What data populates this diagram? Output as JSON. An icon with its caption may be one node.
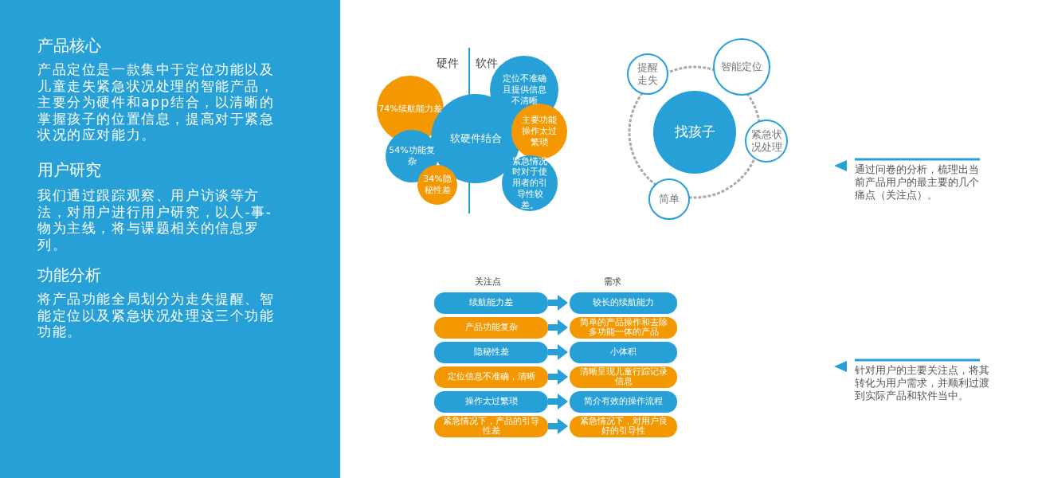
{
  "diagram": {
    "nodes": [
      {
        "text": [
          "74%续航能力差"
        ]
      },
      {
        "text": [
          "软硬件结合"
        ]
      },
      {
        "text": [
          "定位不准确且提供信息不清晰"
        ]
      },
      {
        "text": [
          "主要功能操作太过繁琐"
        ]
      },
      {
        "text": [
          "54%功能复杂"
        ]
      },
      {
        "text": [
          "紧急情况时对于使用者的引导性较差。"
        ]
      },
      {
        "text": [
          "34%隐秘性差"
        ]
      },
      {
        "text": [
          "找孩子"
        ]
      },
      {
        "text": [
          "提醒走失"
        ]
      },
      {
        "text": [
          "智能定位"
        ]
      },
      {
        "text": [
          "紧急状况处理"
        ]
      },
      {
        "text": [
          "简单"
        ]
      },
      {
        "text": [
          "续航能力差"
        ]
      },
      {
        "text": [
          "较长的续航能力"
        ]
      },
      {
        "text": [
          "产品功能复杂"
        ]
      },
      {
        "text": [
          "简单的产品操作和去除多功能一体的产品"
        ]
      },
      {
        "text": [
          "隐秘性差"
        ]
      },
      {
        "text": [
          "小体积"
        ]
      },
      {
        "text": [
          "定位信息不准确，清晰"
        ]
      },
      {
        "text": [
          "清晰呈现儿童行踪记录信息"
        ]
      },
      {
        "text": [
          "操作太过繁琐"
        ]
      },
      {
        "text": [
          "简介有效的操作流程"
        ]
      },
      {
        "text": [
          "紧急情况下，产品的引导性差"
        ]
      },
      {
        "text": [
          "紧急情况下，对用户良好的引导性"
        ]
      }
    ],
    "edges": [
      {
        "from": 12,
        "to": 13,
        "arrow": "to"
      },
      {
        "from": 14,
        "to": 15,
        "arrow": "to"
      },
      {
        "from": 16,
        "to": 17,
        "arrow": "to"
      },
      {
        "from": 18,
        "to": 19,
        "arrow": "to"
      },
      {
        "from": 20,
        "to": 21,
        "arrow": "to"
      },
      {
        "from": 22,
        "to": 23,
        "arrow": "to"
      }
    ],
    "labels": [
      "产品核心",
      "产品定位是一款集中于定位功能以及儿童走失紧急状况处理的智能产品，主要分为硬件和app结合，以清晰的掌握孩子的位置信息，提高对于紧急状况的应对能力。",
      "用户研究",
      "我们通过跟踪观察、用户访谈等方法，对用户进行用户研究，以人-事-物为主线，将与课题相关的信息罗列。",
      "功能分析",
      "将产品功能全局划分为走失提醒、智能定位以及紧急状况处理这三个功能功能。",
      "硬件",
      "软件",
      "通过问卷的分析，梳理出当前产品用户的最主要的几个痛点（关注点）。",
      "关注点",
      "需求",
      "针对用户的主要关注点，将其转化为用户需求，并顺利过渡到实际产品和软件当中。"
    ]
  }
}
